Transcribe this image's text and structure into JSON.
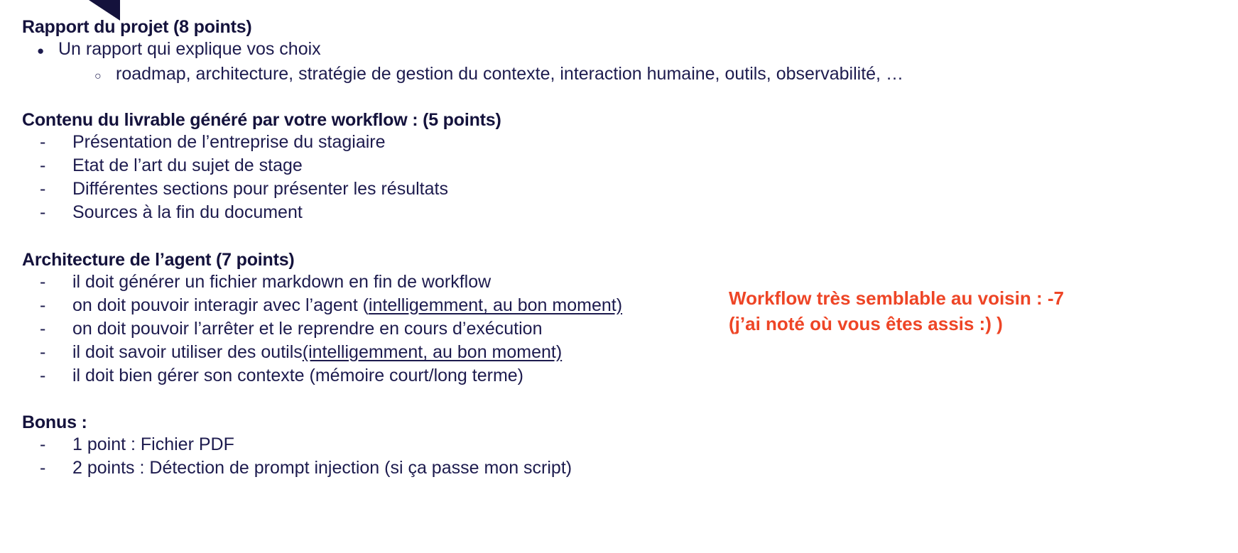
{
  "slide": {
    "background_color": "#FFFFFF",
    "text_color": "#14123C",
    "accent_color": "#EE4526",
    "decor": {
      "triangle_color": "#14123C",
      "name": "corner-triangle"
    }
  },
  "sections": {
    "rapport": {
      "heading": "Rapport du projet  (8 points)",
      "bullet_marker": "●",
      "sub_marker": "○",
      "items": [
        {
          "text": "Un rapport qui explique vos choix"
        }
      ],
      "subitems": [
        {
          "text": "roadmap, architecture, stratégie de gestion du contexte, interaction humaine, outils, observabilité, …"
        }
      ]
    },
    "contenu": {
      "heading": "Contenu du livrable généré par votre workflow : (5 points)",
      "dash": "-",
      "items": [
        {
          "text": "Présentation de l’entreprise du stagiaire"
        },
        {
          "text": "Etat de l’art du sujet de stage"
        },
        {
          "text": "Différentes sections pour présenter les résultats"
        },
        {
          "text": "Sources à la fin du document"
        }
      ]
    },
    "architecture": {
      "heading": "Architecture de l’agent (7 points)",
      "dash": "-",
      "items": [
        {
          "plain": "il doit générer un fichier markdown en fin de workflow",
          "underlined": ""
        },
        {
          "plain": "on doit pouvoir interagir avec l’agent (",
          "underlined": "intelligemment, au bon moment)"
        },
        {
          "plain": "on doit pouvoir l’arrêter et le reprendre en cours d’exécution",
          "underlined": ""
        },
        {
          "plain": "il doit savoir utiliser des outils ",
          "underlined": "(intelligemment, au bon moment)"
        },
        {
          "plain": "il doit bien gérer son contexte (mémoire court/long terme)",
          "underlined": ""
        }
      ]
    },
    "bonus": {
      "heading": "Bonus :",
      "dash": "-",
      "items": [
        {
          "text": "1 point : Fichier PDF"
        },
        {
          "text": "2 points : Détection de prompt injection (si ça passe mon script)"
        }
      ]
    }
  },
  "annotation": {
    "line1": "Workflow très semblable au voisin : -7",
    "line2": "(j’ai noté où vous êtes assis :) )",
    "color": "#EE4526"
  }
}
